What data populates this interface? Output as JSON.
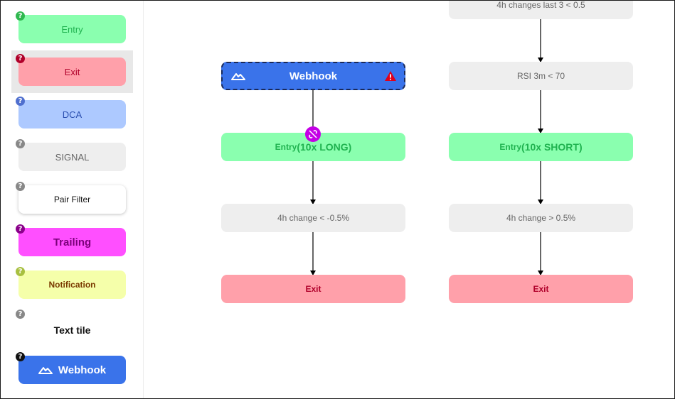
{
  "sidebar": {
    "tiles": [
      {
        "label": "Entry"
      },
      {
        "label": "Exit"
      },
      {
        "label": "DCA"
      },
      {
        "label": "SIGNAL"
      },
      {
        "label": "Pair Filter"
      },
      {
        "label": "Trailing"
      },
      {
        "label": "Notification"
      },
      {
        "label": "Text tile"
      },
      {
        "label": "Webhook"
      }
    ],
    "help_glyph": "?"
  },
  "flow": {
    "left": {
      "webhook": "Webhook",
      "entry_prefix": "Entry",
      "entry_detail": "(10x LONG)",
      "condition": "4h change < -0.5%",
      "exit": "Exit"
    },
    "right": {
      "top_condition": "4h changes last 3 < 0.5",
      "rsi": "RSI 3m < 70",
      "entry_prefix": "Entry",
      "entry_detail": "(10x SHORT)",
      "condition": "4h change > 0.5%",
      "exit": "Exit"
    }
  },
  "colors": {
    "entry_bg": "#8affaf",
    "entry_fg": "#1fb24f",
    "exit_bg": "#ffa0aa",
    "exit_fg": "#b0002a",
    "dca_bg": "#adc9ff",
    "dca_fg": "#2a4fb0",
    "signal_bg": "#eeeeee",
    "trailing_bg": "#ff4fff",
    "trailing_fg": "#7a007a",
    "notification_bg": "#f5ffaa",
    "notification_fg": "#7a3a00",
    "webhook_bg": "#3a73ea",
    "unlink_badge": "#c400e6"
  }
}
